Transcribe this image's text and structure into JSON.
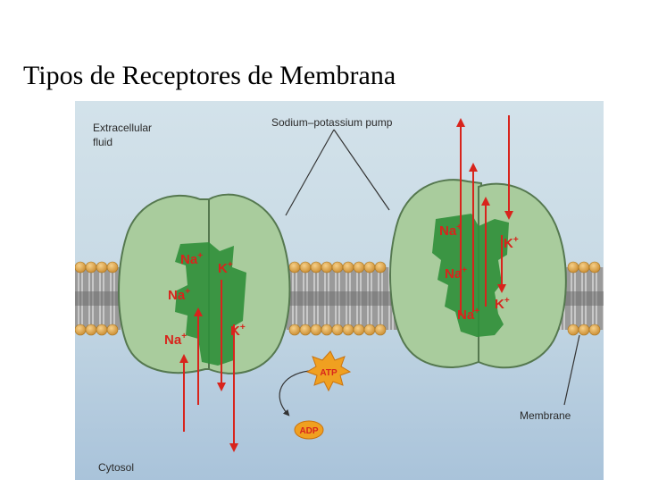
{
  "slide": {
    "title": "Tipos de Receptores de Membrana"
  },
  "figure": {
    "labels": {
      "extracellular_line1": "Extracellular",
      "extracellular_line2": "fluid",
      "pump": "Sodium–potassium pump",
      "membrane": "Membrane",
      "cytosol": "Cytosol"
    },
    "ions": {
      "na": "Na",
      "k": "K",
      "plus": "+"
    },
    "molecules": {
      "atp": "ATP",
      "adp": "ADP"
    },
    "colors": {
      "extracellular_bg": "#c7d9e4",
      "cytosol_bg": "#b4cbdf",
      "protein_fill": "#a9cc9d",
      "protein_stroke": "#55784f",
      "channel_fill": "#2f8f3a",
      "lipid_head": "#e2a84a",
      "arrow_red": "#d8241c",
      "atp_burst": "#f0a020"
    }
  }
}
